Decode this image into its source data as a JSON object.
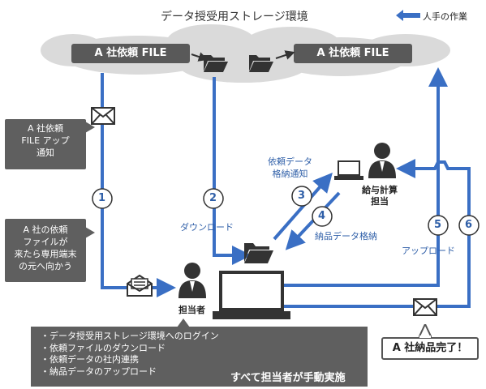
{
  "title": "データ授受用ストレージ環境",
  "legend_label": "人手の作業",
  "cloud_file_left": "A 社依頼 FILE",
  "cloud_file_right": "A 社依頼 FILE",
  "note_notify": [
    "A 社依頼",
    "FILE アップ",
    "通知"
  ],
  "note_go": [
    "A 社の依頼",
    "ファイルが",
    "来たら専用端末",
    "の元へ向かう"
  ],
  "label_download": "ダウンロード",
  "label_request_notify": [
    "依頼データ",
    "格納通知"
  ],
  "label_delivery_store": "納品データ格納",
  "label_upload": "アップロード",
  "payroll_staff": [
    "給与計算",
    "担当"
  ],
  "staff_label": "担当者",
  "steps": [
    "1",
    "2",
    "3",
    "4",
    "5",
    "6"
  ],
  "task_list": [
    "・データ授受用ストレージ環境へのログイン",
    "・依頼ファイルのダウンロード",
    "・依頼データの社内連携",
    "・納品データのアップロード"
  ],
  "task_note": "すべて担当者が手動実施",
  "done_label": "A 社納品完了！",
  "colors": {
    "arrow_blue": "#3a6fc4",
    "box_grey": "#5f5f5f",
    "cloud": "#d9d9d9"
  }
}
